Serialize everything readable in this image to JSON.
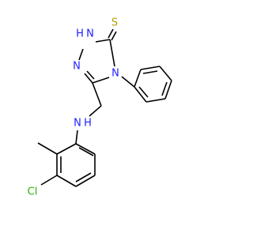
{
  "molecule": {
    "atoms": {
      "thione_S": "S",
      "ring_NH": "H",
      "ring_NH_N": "N",
      "ring_N": "N",
      "ring_N4": "N",
      "amine_N": "N",
      "amine_H": "H",
      "chloro": "Cl"
    },
    "colors": {
      "nitrogen": "#1f1fff",
      "sulfur": "#b2a100",
      "chlorine": "#27b300",
      "bond": "#000000",
      "background": "#ffffff"
    }
  }
}
